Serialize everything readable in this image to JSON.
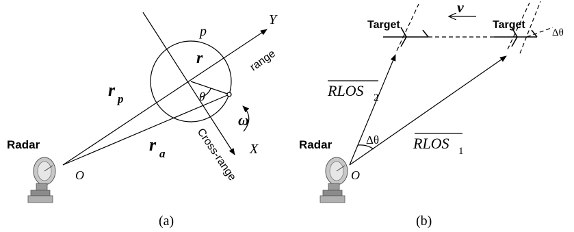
{
  "panel_a": {
    "caption": "(a)",
    "radar_label": "Radar",
    "origin_label": "O",
    "point_label": "p",
    "r_label": "r",
    "rp_label": "r",
    "rp_sub": "p",
    "ra_label": "r",
    "ra_sub": "a",
    "theta_label": "θ",
    "omega_label": "ω",
    "range_label": "range",
    "cross_range_label": "Cross-range",
    "y_axis_label": "Y",
    "x_axis_label": "X"
  },
  "panel_b": {
    "caption": "(b)",
    "radar_label": "Radar",
    "origin_label": "O",
    "target_left_label": "Target",
    "target_right_label": "Target",
    "v_label": "v",
    "delta_theta_label": "Δθ",
    "delta_theta_small_label": "Δθ",
    "rlos2_label": "RLOS",
    "rlos2_sub": "2",
    "rlos1_label": "RLOS",
    "rlos1_sub": "1"
  },
  "colors": {
    "line": "#000000",
    "background": "#ffffff",
    "radar_body": "#9a9a9a"
  }
}
